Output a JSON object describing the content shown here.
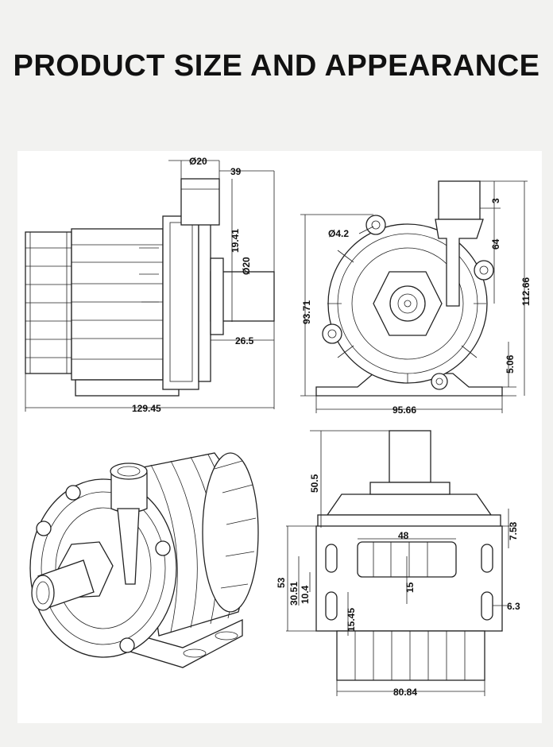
{
  "header": {
    "title": "PRODUCT SIZE AND APPEARANCE"
  },
  "side_view": {
    "outlet_dia": "Ø20",
    "outlet_offset": "39",
    "outlet_height": "19.41",
    "inlet_dia": "Ø20",
    "inlet_length": "26.5",
    "overall_length": "129.45"
  },
  "front_view": {
    "hole_dia": "Ø4.2",
    "outlet_top": "3",
    "outlet_to_center": "64",
    "overall_height": "112.66",
    "center_height": "93.71",
    "base_thickness": "5.06",
    "base_width": "95.66"
  },
  "bottom_view": {
    "outlet_height": "50.5",
    "slot_width": "48",
    "slot_offset": "7.53",
    "overall_depth": "53",
    "slot_spacing": "30.51",
    "slot_length": "10.4",
    "slot_inner": "15",
    "slot_end": "15.45",
    "slot_dia": "6.3",
    "base_length": "80.84"
  }
}
